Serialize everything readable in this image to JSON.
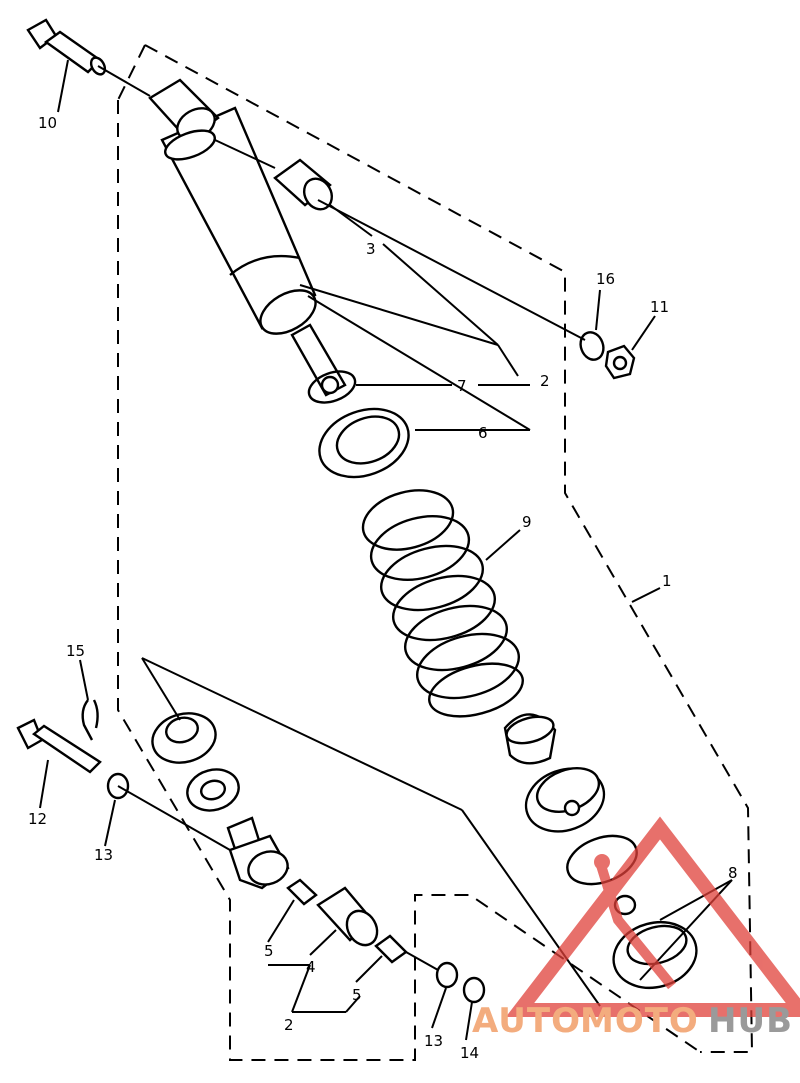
{
  "diagram": {
    "callouts": {
      "p1": "1",
      "p2a": "2",
      "p2b": "2",
      "p3": "3",
      "p4": "4",
      "p5a": "5",
      "p5b": "5",
      "p6": "6",
      "p7": "7",
      "p8": "8",
      "p9": "9",
      "p10": "10",
      "p11": "11",
      "p12": "12",
      "p13a": "13",
      "p13b": "13",
      "p14": "14",
      "p15": "15",
      "p16": "16"
    }
  },
  "watermark": {
    "word_auto": "AUTO",
    "word_moto": "MOTO",
    "word_hub": "HUB",
    "color_primary": "#e0413a",
    "color_secondary": "#9a9a9a"
  }
}
